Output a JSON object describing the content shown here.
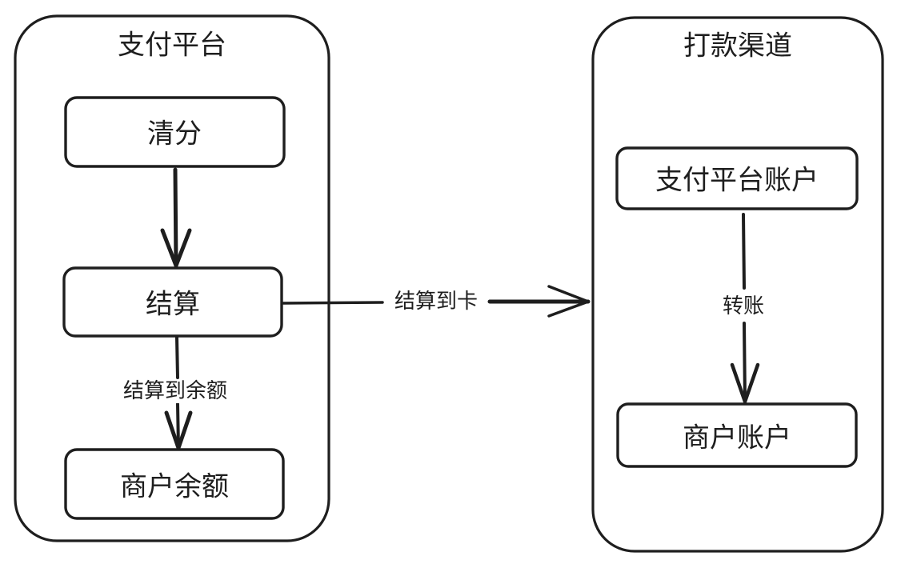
{
  "groups": {
    "payment_platform": {
      "title": "支付平台"
    },
    "payout_channel": {
      "title": "打款渠道"
    }
  },
  "nodes": {
    "clearing": "清分",
    "settlement": "结算",
    "merchant_balance": "商户余额",
    "platform_account": "支付平台账户",
    "merchant_account": "商户账户"
  },
  "edges": {
    "settle_to_balance": "结算到余额",
    "settle_to_card": "结算到卡",
    "transfer": "转账"
  },
  "colors": {
    "stroke": "#1e1e1e",
    "background": "#ffffff"
  }
}
